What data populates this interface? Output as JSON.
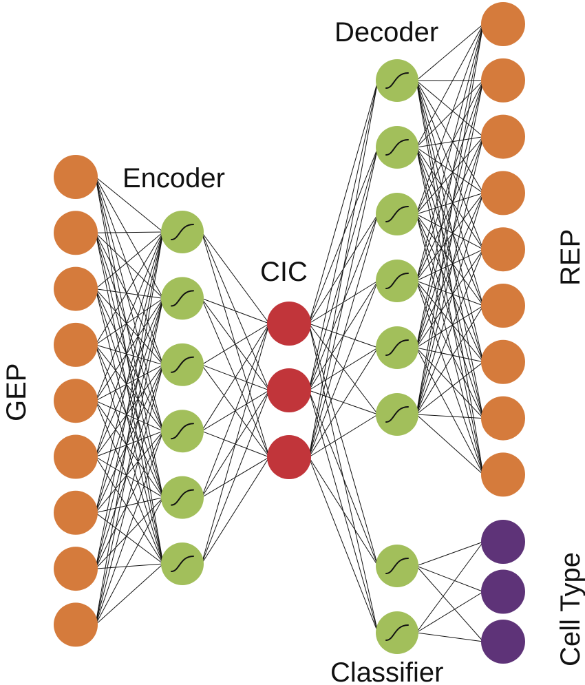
{
  "labels": {
    "gep": "GEP",
    "encoder": "Encoder",
    "cic": "CIC",
    "decoder": "Decoder",
    "rep": "REP",
    "classifier": "Classifier",
    "cell_type": "Cell Type"
  },
  "colors": {
    "input_node": "#d57b3c",
    "hidden_node": "#a2bf5b",
    "latent_node": "#c1353a",
    "output_class_node": "#5e3378",
    "edge": "#111111",
    "cic_label": "#c1353a",
    "text": "#111111"
  },
  "layers": {
    "gep": {
      "node_count": 9,
      "node_type": "input"
    },
    "encoder": {
      "node_count": 6,
      "node_type": "hidden",
      "activation_icon": "sigmoid-icon"
    },
    "cic": {
      "node_count": 3,
      "node_type": "latent"
    },
    "decoder": {
      "node_count": 6,
      "node_type": "hidden",
      "activation_icon": "sigmoid-icon"
    },
    "rep": {
      "node_count": 9,
      "node_type": "input"
    },
    "classifier": {
      "node_count": 2,
      "node_type": "hidden",
      "activation_icon": "sigmoid-icon"
    },
    "cell_type": {
      "node_count": 3,
      "node_type": "output_class"
    }
  },
  "connections": [
    {
      "from": "gep",
      "to": "encoder",
      "type": "fully-connected"
    },
    {
      "from": "encoder",
      "to": "cic",
      "type": "fully-connected"
    },
    {
      "from": "cic",
      "to": "decoder",
      "type": "fully-connected"
    },
    {
      "from": "decoder",
      "to": "rep",
      "type": "fully-connected"
    },
    {
      "from": "cic",
      "to": "classifier",
      "type": "fully-connected"
    },
    {
      "from": "classifier",
      "to": "cell_type",
      "type": "fully-connected"
    }
  ]
}
